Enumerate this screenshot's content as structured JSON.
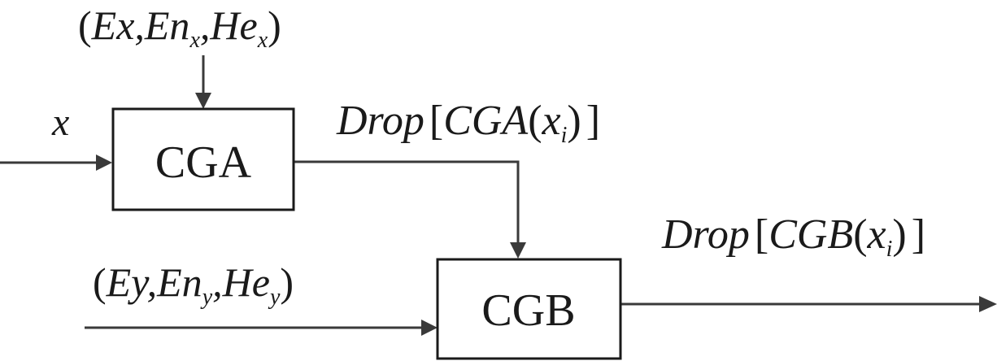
{
  "blocks": {
    "cga": {
      "label": "CGA"
    },
    "cgb": {
      "label": "CGB"
    }
  },
  "inputs": {
    "x": {
      "label": "x"
    },
    "params_x": {
      "open": "(",
      "ex": "Ex",
      "sep1": ",",
      "en": "En",
      "en_sub": "x",
      "sep2": ",",
      "he": "He",
      "he_sub": "x",
      "close": ")"
    },
    "params_y": {
      "open": "(",
      "ey": "Ey",
      "sep1": ",",
      "en": "En",
      "en_sub": "y",
      "sep2": ",",
      "he": "He",
      "he_sub": "y",
      "close": ")"
    }
  },
  "outputs": {
    "cga_out": {
      "drop": "Drop",
      "lb": "[",
      "fn": "CGA",
      "lp": "(",
      "var": "x",
      "sub": "i",
      "rp": ")",
      "rb": "]"
    },
    "cgb_out": {
      "drop": "Drop",
      "lb": "[",
      "fn": "CGB",
      "lp": "(",
      "var": "x",
      "sub": "i",
      "rp": ")",
      "rb": "]"
    }
  }
}
